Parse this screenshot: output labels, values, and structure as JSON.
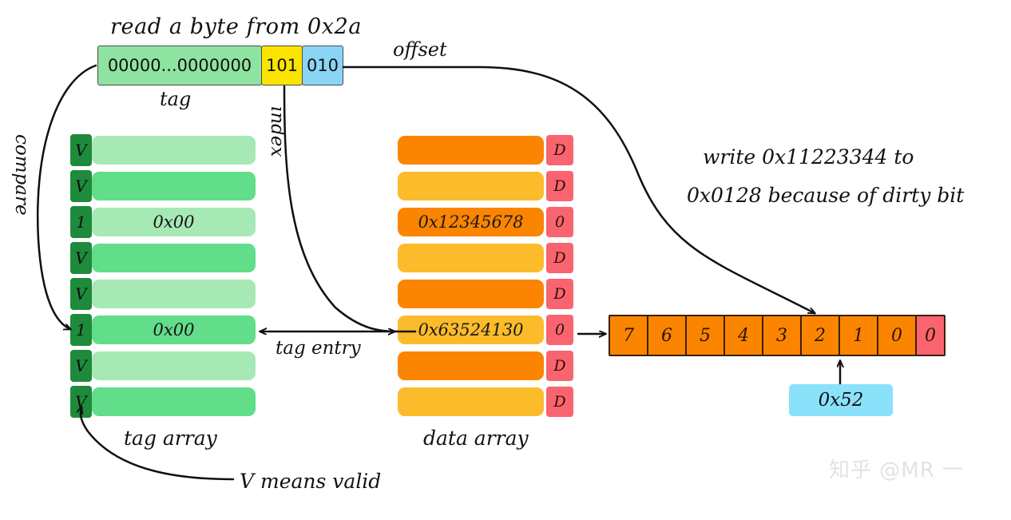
{
  "title": "read a byte from 0x2a",
  "address": {
    "segments": [
      {
        "name": "tag",
        "bits": "00000...0000000",
        "color": "#8FE3A0"
      },
      {
        "name": "index",
        "bits": "101",
        "color": "#FBE400"
      },
      {
        "name": "offset",
        "bits": "010",
        "color": "#8AD4F5"
      }
    ],
    "tag_label": "tag",
    "index_label": "index",
    "offset_label": "offset"
  },
  "compare_label": "compare",
  "tag_array": {
    "caption": "tag array",
    "rows": [
      {
        "valid": "V",
        "value": ""
      },
      {
        "valid": "V",
        "value": ""
      },
      {
        "valid": "1",
        "value": "0x00"
      },
      {
        "valid": "V",
        "value": ""
      },
      {
        "valid": "V",
        "value": ""
      },
      {
        "valid": "1",
        "value": "0x00"
      },
      {
        "valid": "V",
        "value": ""
      },
      {
        "valid": "V",
        "value": ""
      }
    ]
  },
  "data_array": {
    "caption": "data array",
    "rows": [
      {
        "value": "",
        "dirty": "D"
      },
      {
        "value": "",
        "dirty": "D"
      },
      {
        "value": "0x12345678",
        "dirty": "0"
      },
      {
        "value": "",
        "dirty": "D"
      },
      {
        "value": "",
        "dirty": "D"
      },
      {
        "value": "0x63524130",
        "dirty": "0"
      },
      {
        "value": "",
        "dirty": "D"
      },
      {
        "value": "",
        "dirty": "D"
      }
    ]
  },
  "tag_entry_label": "tag entry",
  "byte_row": {
    "bytes": [
      "7",
      "6",
      "5",
      "4",
      "3",
      "2",
      "1",
      "0"
    ],
    "dirty": "0"
  },
  "written_value": "0x52",
  "note": {
    "line1": "write 0x11223344 to",
    "line2": "0x0128 because of dirty bit"
  },
  "valid_note": "V means valid",
  "watermark": "知乎 @MR 一",
  "colors": {
    "tag_green_light": "#A6E9B5",
    "tag_green_dark": "#62DD8A",
    "valid_col": "#1E8B3C",
    "data_orange": "#FB8500",
    "data_amber": "#FCBB2B",
    "dirty_pink": "#F9646E",
    "blue": "#8AE1FA",
    "yellow": "#FBE400",
    "ink": "#121212"
  }
}
